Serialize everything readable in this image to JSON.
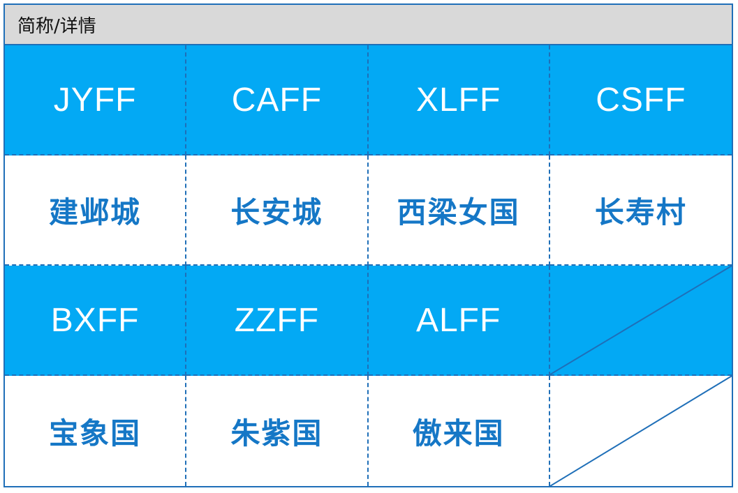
{
  "header": {
    "title": "简称/详情"
  },
  "colors": {
    "blue_row": "#03a9f4",
    "detail_text": "#1577c6",
    "border": "#1f6fb8",
    "header_bg": "#d9d9d9"
  },
  "rows": [
    {
      "kind": "abbr",
      "cells": [
        "JYFF",
        "CAFF",
        "XLFF",
        "CSFF"
      ]
    },
    {
      "kind": "detail",
      "cells": [
        "建邺城",
        "长安城",
        "西梁女国",
        "长寿村"
      ]
    },
    {
      "kind": "abbr",
      "cells": [
        "BXFF",
        "ZZFF",
        "ALFF",
        ""
      ]
    },
    {
      "kind": "detail",
      "cells": [
        "宝象国",
        "朱紫国",
        "傲来国",
        ""
      ]
    }
  ]
}
